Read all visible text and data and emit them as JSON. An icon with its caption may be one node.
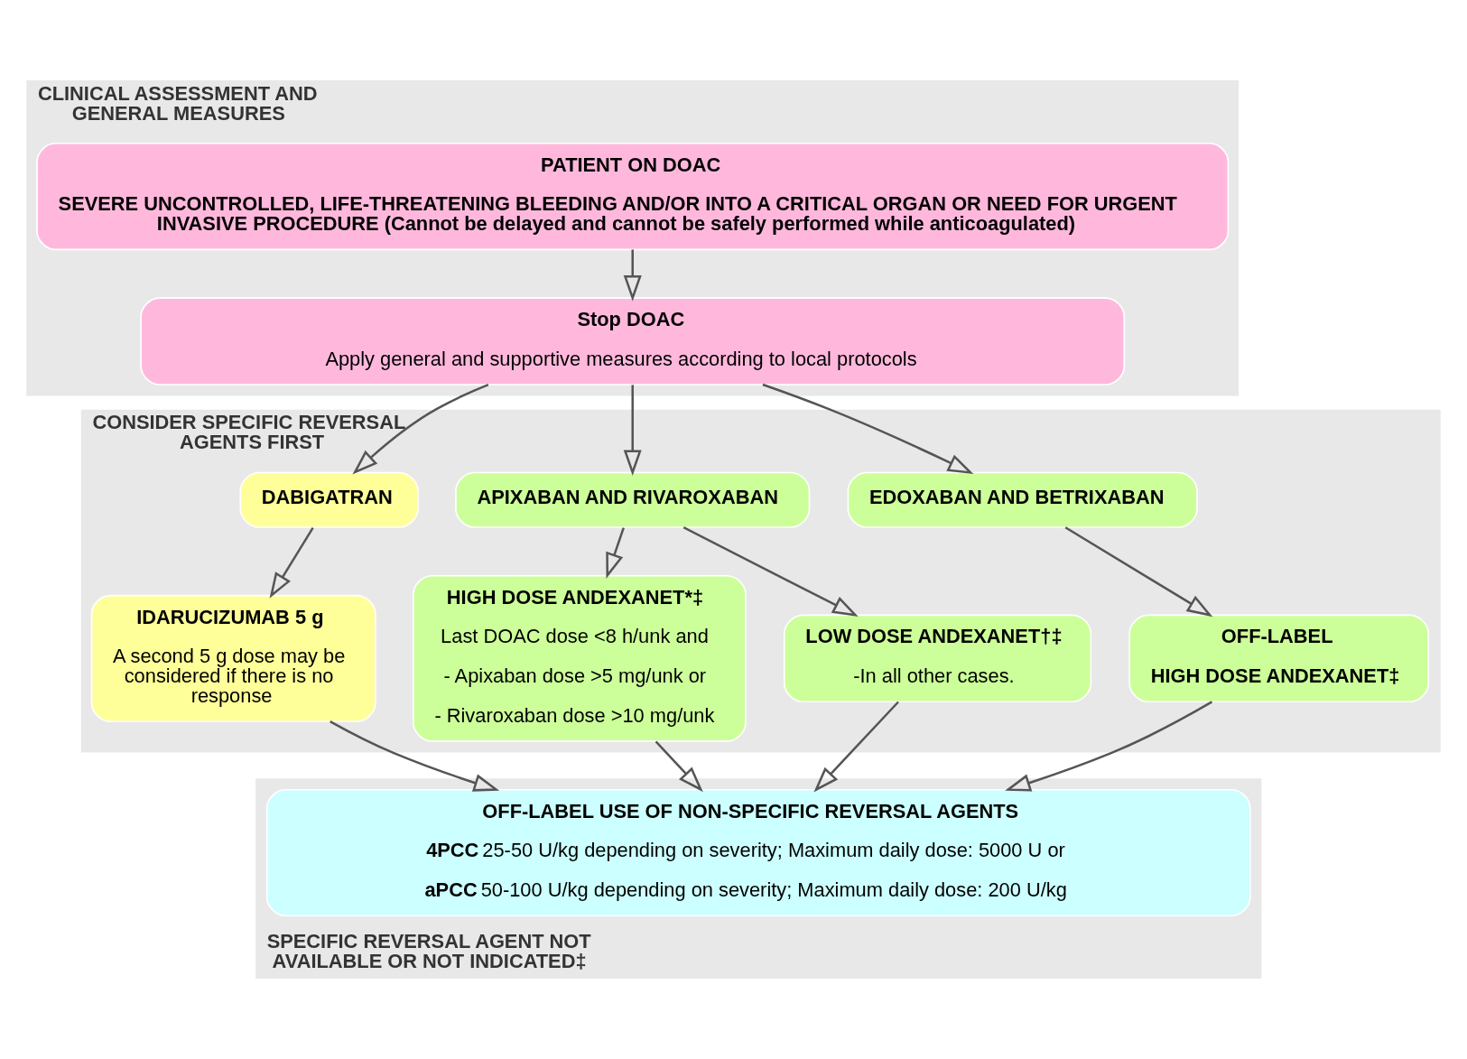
{
  "diagram": {
    "nodes": [
      {
        "text": [
          "CLINICAL ASSESSMENT AND GENERAL MEASURES"
        ]
      },
      {
        "text": [
          "PATIENT ON DOAC",
          "SEVERE UNCONTROLLED, LIFE-THREATENING BLEEDING AND/OR INTO A CRITICAL ORGAN OR NEED FOR URGENT INVASIVE PROCEDURE (Cannot be delayed and cannot be safely performed while anticoagulated)"
        ],
        "in": 0
      },
      {
        "text": [
          "Stop DOAC",
          "Apply general and supportive measures according to local protocols"
        ],
        "in": 0
      },
      {
        "text": [
          "CONSIDER SPECIFIC REVERSAL AGENTS FIRST"
        ]
      },
      {
        "text": [
          "DABIGATRAN"
        ],
        "in": 3
      },
      {
        "text": [
          "APIXABAN AND RIVAROXABAN"
        ],
        "in": 3
      },
      {
        "text": [
          "EDOXABAN AND BETRIXABAN"
        ],
        "in": 3
      },
      {
        "text": [
          "IDARUCIZUMAB 5 g",
          "A second 5 g dose may be considered if there is no response"
        ],
        "in": 3
      },
      {
        "text": [
          "HIGH DOSE ANDEXANET*‡",
          "Last DOAC dose <8 h/unk and",
          "- Apixaban dose >5 mg/unk or",
          "- Rivaroxaban dose >10 mg/unk"
        ],
        "in": 3
      },
      {
        "text": [
          "LOW DOSE ANDEXANET†‡",
          "-In all other cases."
        ],
        "in": 3
      },
      {
        "text": [
          "OFF-LABEL",
          "HIGH DOSE ANDEXANET‡"
        ],
        "in": 3
      },
      {
        "text": [
          "SPECIFIC REVERSAL AGENT NOT AVAILABLE OR NOT INDICATED‡"
        ]
      },
      {
        "text": [
          "OFF-LABEL USE OF NON-SPECIFIC REVERSAL AGENTS",
          "**4PCC** 25-50 U/kg depending on severity; Maximum daily dose: 5000 U or",
          "**aPCC** 50-100 U/kg depending on severity; Maximum daily dose: 200 U/kg"
        ],
        "in": 11
      }
    ],
    "edges": [
      {
        "from": 1,
        "to": 2,
        "arrow": "to"
      },
      {
        "from": 2,
        "to": 4,
        "arrow": "to"
      },
      {
        "from": 2,
        "to": 5,
        "arrow": "to"
      },
      {
        "from": 2,
        "to": 6,
        "arrow": "to"
      },
      {
        "from": 4,
        "to": 7,
        "arrow": "to"
      },
      {
        "from": 5,
        "to": 8,
        "arrow": "to"
      },
      {
        "from": 5,
        "to": 9,
        "arrow": "to"
      },
      {
        "from": 6,
        "to": 10,
        "arrow": "to"
      },
      {
        "from": 7,
        "to": 12,
        "arrow": "to"
      },
      {
        "from": 8,
        "to": 12,
        "arrow": "to"
      },
      {
        "from": 9,
        "to": 12,
        "arrow": "to"
      },
      {
        "from": 10,
        "to": 12,
        "arrow": "to"
      }
    ]
  }
}
